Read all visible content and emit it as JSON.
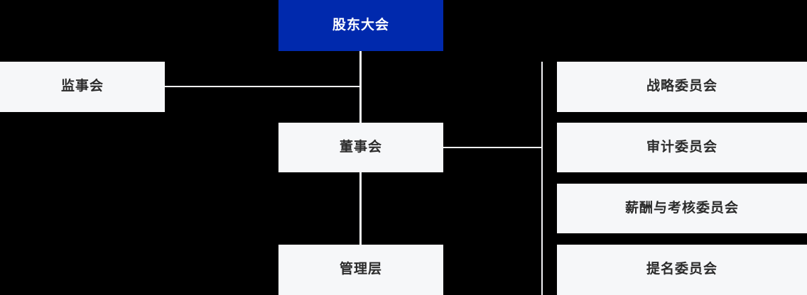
{
  "chart": {
    "type": "org-chart",
    "title": "",
    "background_color": "#000000",
    "accent_color": "#0029AD",
    "node_color": "#F6F7F9",
    "node_text_color": "#2b2b2b",
    "root_text_color": "#ffffff",
    "connector_color": "#F2F3F5",
    "nodes": {
      "shareholders": "股东大会",
      "supervisors": "监事会",
      "board": "董事会",
      "management": "管理层",
      "strategy": "战略委员会",
      "audit": "审计委员会",
      "remuneration": "薪酬与考核委员会",
      "nomination": "提名委员会"
    }
  }
}
